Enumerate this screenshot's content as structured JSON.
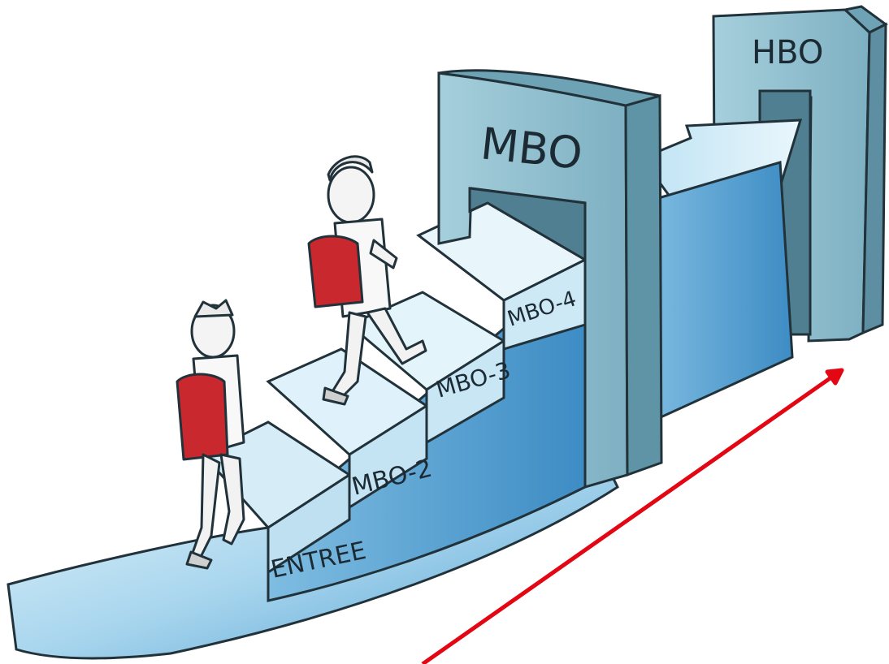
{
  "labels": {
    "hbo": "HBO",
    "mbo": "MBO",
    "step_entree": "ENTREE",
    "step_mbo2": "MBO-2",
    "step_mbo3": "MBO-3",
    "step_mbo4": "MBO-4"
  },
  "colors": {
    "stair_light": "#d9eef7",
    "stair_mid": "#9fd0ea",
    "stair_dark": "#5aa7d4",
    "gate_face": "#8fbccc",
    "gate_side": "#5f93a6",
    "backpack": "#c9282e",
    "arrow": "#e30613"
  }
}
